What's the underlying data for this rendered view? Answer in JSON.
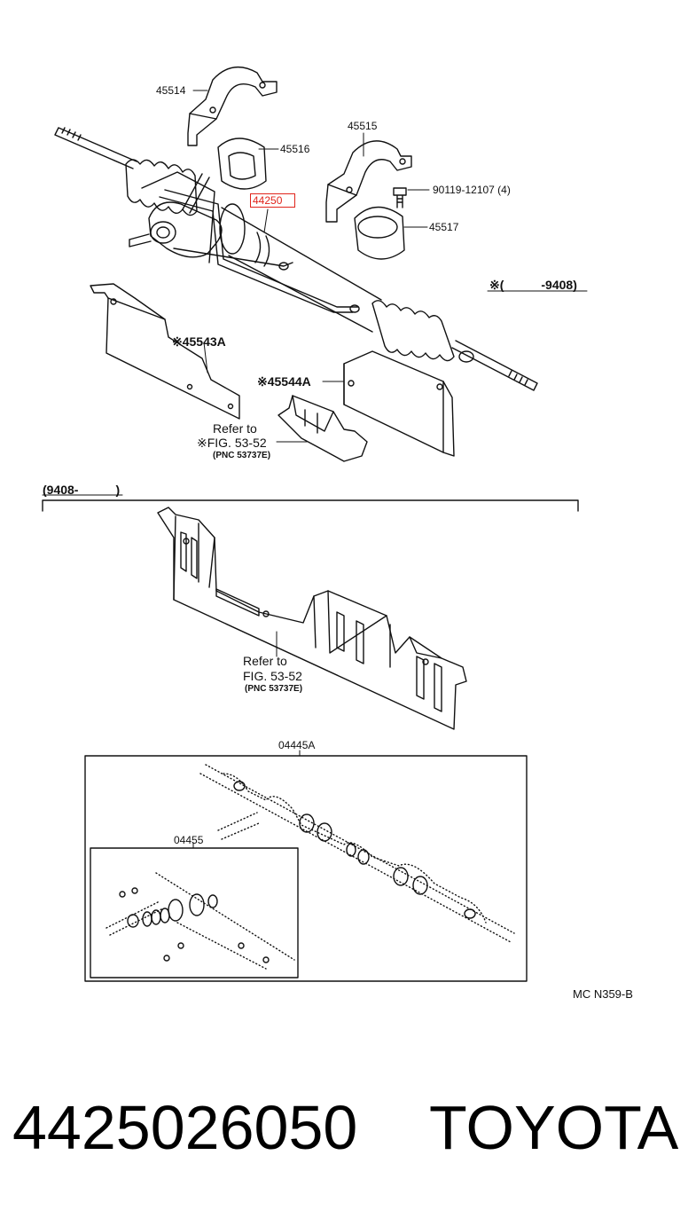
{
  "callouts": {
    "p45514": "45514",
    "p45516": "45516",
    "p45515": "45515",
    "p44250": "44250",
    "p90119": "90119-12107 (4)",
    "p45517": "45517",
    "p45543a": "※45543A",
    "p45544a": "※45544A",
    "p04445a": "04445A",
    "p04455": "04455"
  },
  "notes": {
    "range_old": "※(　　　-9408)",
    "range_new": "(9408-　　　)",
    "refer1_line1": "Refer to",
    "refer1_line2": "※FIG. 53-52",
    "refer1_line3": "(PNC 53737E)",
    "refer2_line1": "Refer to",
    "refer2_line2": "FIG. 53-52",
    "refer2_line3": "(PNC 53737E)",
    "code": "MC  N359-B"
  },
  "footer": {
    "part_number": "4425026050",
    "brand": "TOYOTA"
  },
  "colors": {
    "highlight": "#e0241b",
    "ink": "#111111"
  }
}
